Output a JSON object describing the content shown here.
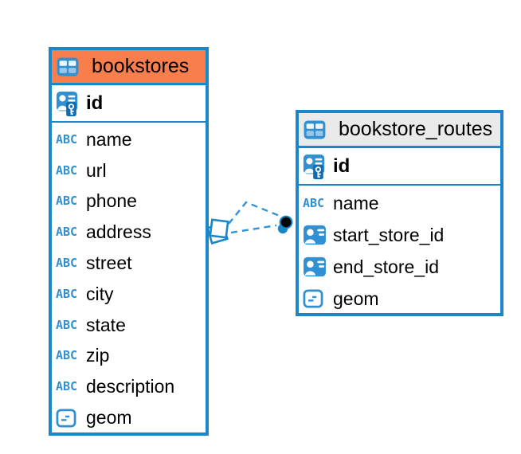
{
  "colors": {
    "accent_blue": "#1b87c9",
    "icon_blue": "#3190d2",
    "key_blue": "#0f6cb0",
    "line_blue": "#2e93d6",
    "text": "#000000",
    "canvas": "#ffffff"
  },
  "tables": [
    {
      "name": "bookstores",
      "header_color": "#f87e4c",
      "primary_key": {
        "name": "id",
        "icon": "primary-key"
      },
      "columns": [
        {
          "name": "name",
          "icon": "text"
        },
        {
          "name": "url",
          "icon": "text"
        },
        {
          "name": "phone",
          "icon": "text"
        },
        {
          "name": "address",
          "icon": "text"
        },
        {
          "name": "street",
          "icon": "text"
        },
        {
          "name": "city",
          "icon": "text"
        },
        {
          "name": "state",
          "icon": "text"
        },
        {
          "name": "zip",
          "icon": "text"
        },
        {
          "name": "description",
          "icon": "text"
        },
        {
          "name": "geom",
          "icon": "geometry"
        }
      ]
    },
    {
      "name": "bookstore_routes",
      "header_color": "#eaeaea",
      "primary_key": {
        "name": "id",
        "icon": "primary-key"
      },
      "columns": [
        {
          "name": "name",
          "icon": "text"
        },
        {
          "name": "start_store_id",
          "icon": "foreign-key"
        },
        {
          "name": "end_store_id",
          "icon": "foreign-key"
        },
        {
          "name": "geom",
          "icon": "geometry"
        }
      ]
    }
  ],
  "relationship": {
    "from_table": "bookstore_routes",
    "to_table": "bookstores",
    "line_style": "dashed",
    "line_count": 2
  }
}
